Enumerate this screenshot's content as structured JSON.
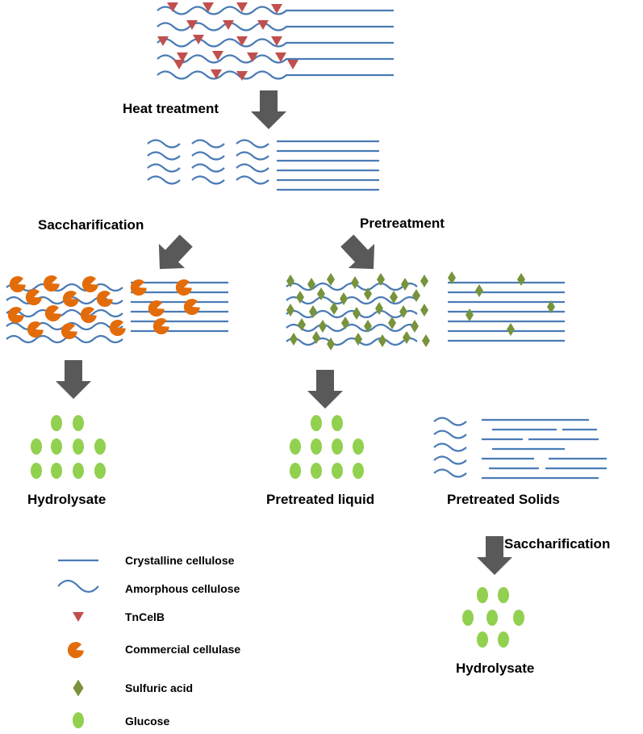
{
  "colors": {
    "cellulose_line": "#4a7bb5",
    "tncelb": "#c0504d",
    "commercial_cellulase": "#e36c0a",
    "sulfuric_acid": "#77933c",
    "glucose": "#92d050",
    "arrow": "#595959"
  },
  "steps": {
    "heat_treatment": "Heat treatment",
    "saccharification_left": "Saccharification",
    "pretreatment": "Pretreatment",
    "saccharification_right": "Saccharification"
  },
  "products": {
    "hydrolysate_left": "Hydrolysate",
    "pretreated_liquid": "Pretreated liquid",
    "pretreated_solids": "Pretreated Solids",
    "hydrolysate_right": "Hydrolysate"
  },
  "legend": [
    {
      "icon": "crystalline-line",
      "label": "Crystalline cellulose"
    },
    {
      "icon": "amorphous-wave",
      "label": "Amorphous cellulose"
    },
    {
      "icon": "red-triangle",
      "label": "TnCelB"
    },
    {
      "icon": "orange-pacman",
      "label": "Commercial cellulase"
    },
    {
      "icon": "green-diamond",
      "label": "Sulfuric acid"
    },
    {
      "icon": "green-ellipse",
      "label": "Glucose"
    }
  ]
}
